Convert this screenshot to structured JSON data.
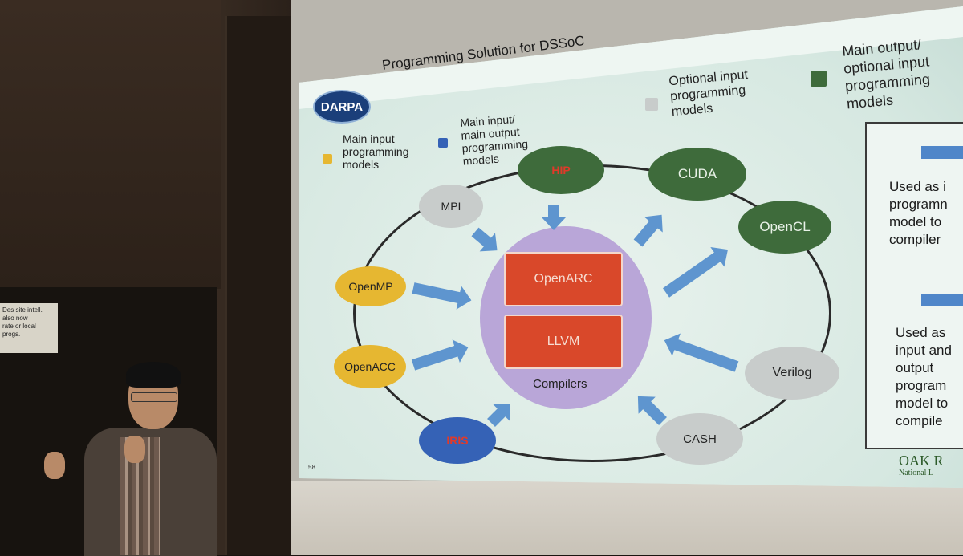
{
  "slide": {
    "title": "Programming Solution for DSSoC",
    "logo": "DARPA",
    "page_number": "58",
    "legend": [
      {
        "label": "Main input\nprogramming\nmodels",
        "color": "#e6b731"
      },
      {
        "label": "Main input/\nmain output\nprogramming\nmodels",
        "color": "#3562b6"
      },
      {
        "label": "Optional input\nprogramming\nmodels",
        "color": "#c8cccb"
      },
      {
        "label": "Main output/\noptional input\nprogramming\nmodels",
        "color": "#3e6b3b"
      }
    ],
    "nodes": {
      "hip": "HIP",
      "cuda": "CUDA",
      "opencl": "OpenCL",
      "mpi": "MPI",
      "openmp": "OpenMP",
      "openacc": "OpenACC",
      "iris": "IRIS",
      "cash": "CASH",
      "verilog": "Verilog"
    },
    "compilers": {
      "openarc": "OpenARC",
      "llvm": "LLVM",
      "label": "Compilers"
    },
    "side_panel": {
      "text1": "Used as i\nprogramn\nmodel to\ncompiler",
      "text2": "Used as\ninput and\noutput\nprogram\nmodel to\ncompile"
    },
    "footer_logo": {
      "line1": "OAK R",
      "line2": "National L"
    }
  },
  "room": {
    "sign_text": "Des site intell.\nalso now\nrate or local progs."
  }
}
